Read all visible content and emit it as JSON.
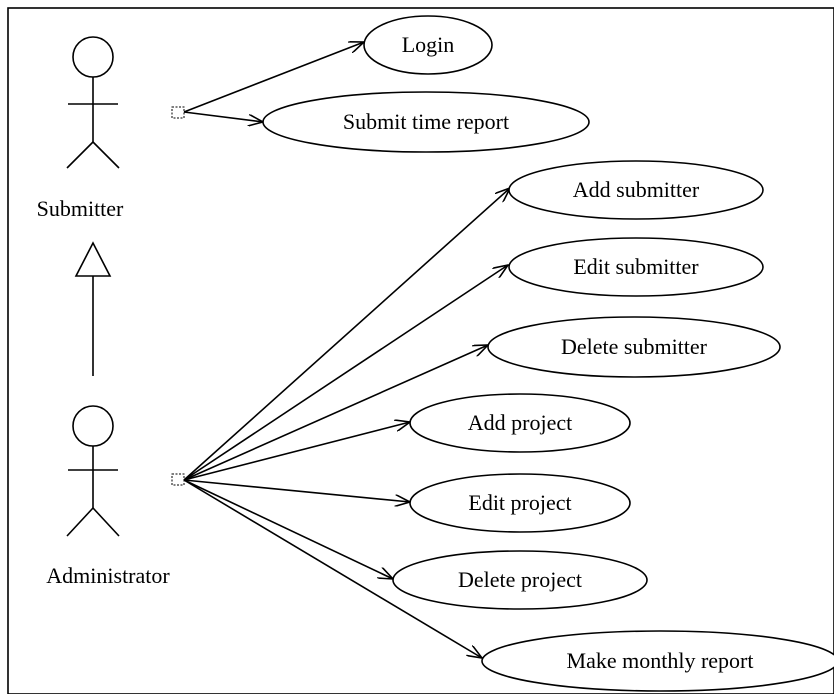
{
  "diagram": {
    "actors": {
      "submitter": {
        "label": "Submitter"
      },
      "administrator": {
        "label": "Administrator"
      }
    },
    "use_cases": {
      "login": "Login",
      "submit_time_report": "Submit time report",
      "add_submitter": "Add submitter",
      "edit_submitter": "Edit submitter",
      "delete_submitter": "Delete submitter",
      "add_project": "Add project",
      "edit_project": "Edit project",
      "delete_project": "Delete project",
      "make_monthly_report": "Make monthly report"
    },
    "associations": [
      {
        "from": "submitter",
        "to": "login"
      },
      {
        "from": "submitter",
        "to": "submit_time_report"
      },
      {
        "from": "administrator",
        "to": "add_submitter"
      },
      {
        "from": "administrator",
        "to": "edit_submitter"
      },
      {
        "from": "administrator",
        "to": "delete_submitter"
      },
      {
        "from": "administrator",
        "to": "add_project"
      },
      {
        "from": "administrator",
        "to": "edit_project"
      },
      {
        "from": "administrator",
        "to": "delete_project"
      },
      {
        "from": "administrator",
        "to": "make_monthly_report"
      }
    ],
    "generalization": {
      "child": "administrator",
      "parent": "submitter"
    }
  }
}
